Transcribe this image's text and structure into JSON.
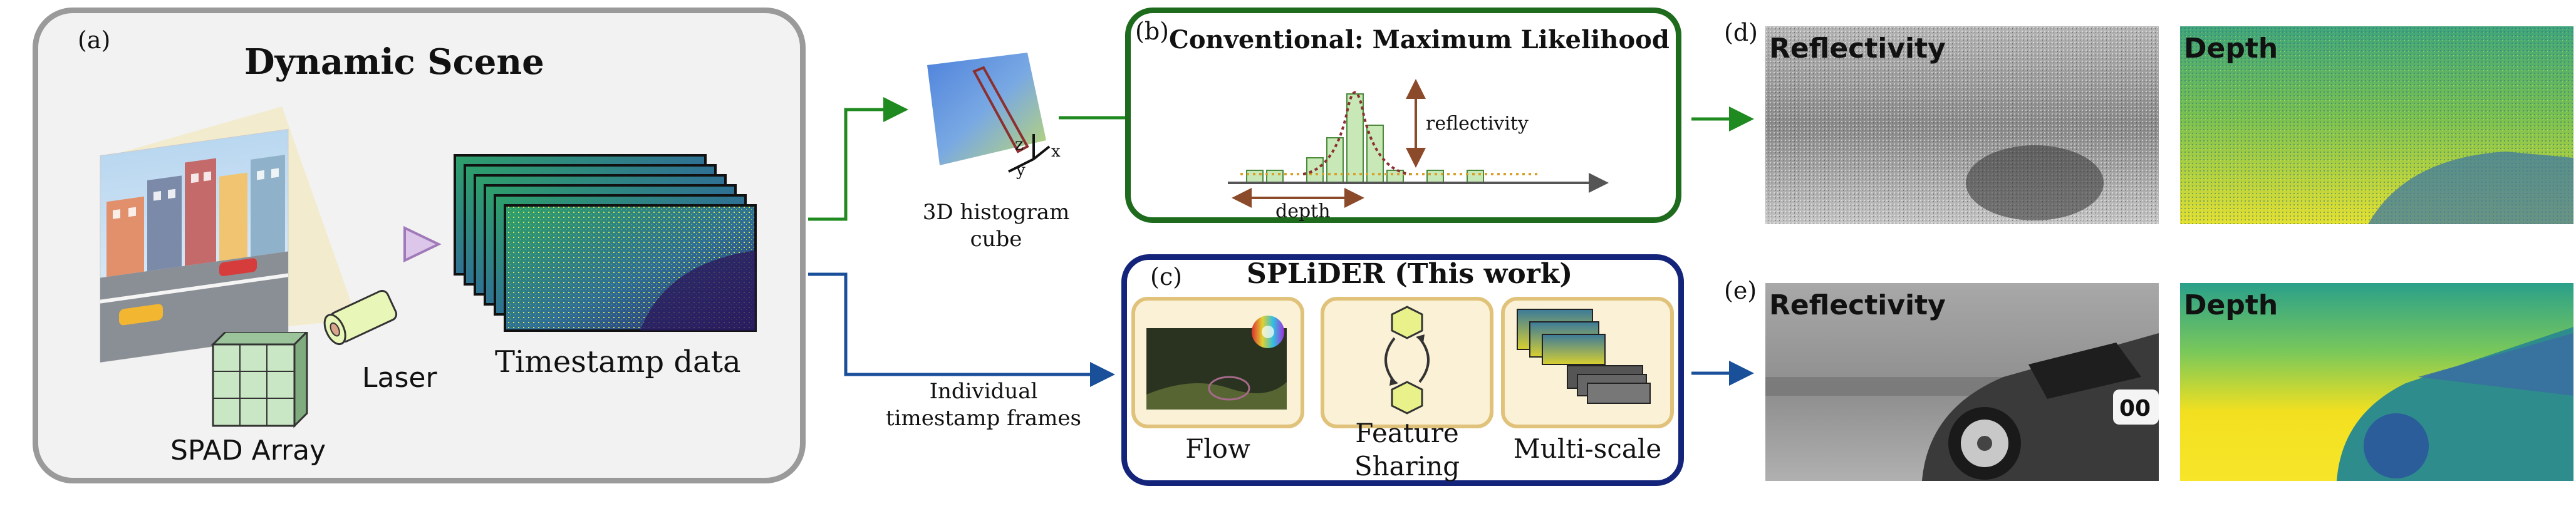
{
  "panel_a": {
    "tag": "(a)",
    "title": "Dynamic Scene",
    "laser_label": "Laser",
    "spad_label": "SPAD Array",
    "timestamp_label": "Timestamp data"
  },
  "histogram_cube": {
    "line1": "3D histogram",
    "line2": "cube",
    "axis_z": "z",
    "axis_x": "x",
    "axis_y": "y"
  },
  "panel_b": {
    "tag": "(b)",
    "title": "Conventional: Maximum Likelihood",
    "reflectivity_label": "reflectivity",
    "depth_label": "depth"
  },
  "panel_c": {
    "tag": "(c)",
    "title": "SPLiDER (This work)",
    "cards": [
      {
        "label": "Flow"
      },
      {
        "label_line1": "Feature",
        "label_line2": "Sharing"
      },
      {
        "label": "Multi-scale"
      }
    ]
  },
  "frames_caption": {
    "line1": "Individual",
    "line2": "timestamp frames"
  },
  "panel_d": {
    "tag": "(d)",
    "reflectivity_label": "Reflectivity",
    "depth_label": "Depth"
  },
  "panel_e": {
    "tag": "(e)",
    "reflectivity_label": "Reflectivity",
    "depth_label": "Depth",
    "car_text": "00"
  },
  "colors": {
    "green": "#1f8a1f",
    "blue": "#1a4f9a",
    "panel_b_border": "#1e6b1e",
    "panel_c_border": "#14247a"
  }
}
